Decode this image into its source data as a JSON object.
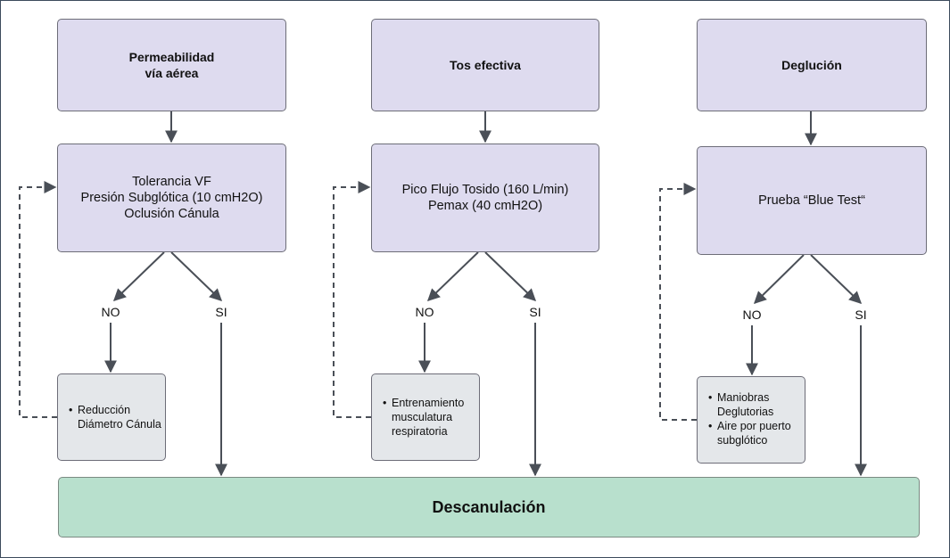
{
  "columns": [
    {
      "header": [
        "Permeabilidad",
        "vía aérea"
      ],
      "test": [
        "Tolerancia VF",
        "Presión Subglótica (10 cmH2O)",
        "Oclusión Cánula"
      ],
      "no_label": "NO",
      "yes_label": "SI",
      "remedy": [
        [
          "Reducción",
          "Diámetro Cánula"
        ]
      ]
    },
    {
      "header": [
        "Tos efectiva"
      ],
      "test": [
        "Pico Flujo Tosido (160 L/min)",
        "Pemax (40 cmH2O)"
      ],
      "no_label": "NO",
      "yes_label": "SI",
      "remedy": [
        [
          "Entrenamiento",
          "musculatura",
          "respiratoria"
        ]
      ]
    },
    {
      "header": [
        "Deglución"
      ],
      "test": [
        "Prueba “Blue Test“"
      ],
      "no_label": "NO",
      "yes_label": "SI",
      "remedy": [
        [
          "Maniobras",
          "Deglutorias"
        ],
        [
          "Aire por puerto",
          "subglótico"
        ]
      ]
    }
  ],
  "final_box": "Descanulación",
  "colors": {
    "header_fill": "#dedbef",
    "remedy_fill": "#e4e7ea",
    "final_fill": "#b8e0cd",
    "line": "#4a4f57"
  }
}
